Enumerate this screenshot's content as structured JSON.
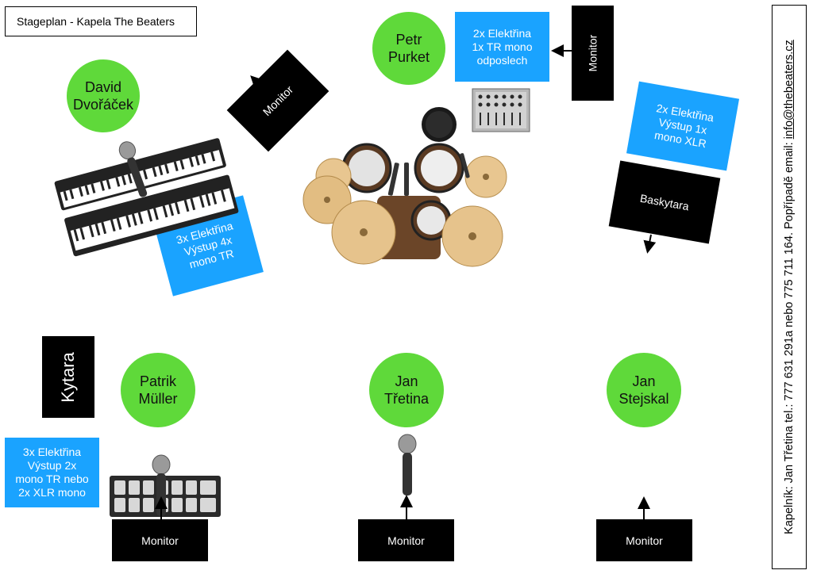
{
  "title": "Stageplan - Kapela The Beaters",
  "contact": {
    "text": "Kapelník: Jan Třetina tel.: 777 631 291a nebo 775 711 164. Popřípadě email: ",
    "email": "info@thebeaters.cz"
  },
  "people": {
    "david": "David\nDvořáček",
    "petr": "Petr\nPurket",
    "patrik": "Patrik\nMüller",
    "jan_tretina": "Jan\nTřetina",
    "jan_stejskal": "Jan\nStejskal"
  },
  "power": {
    "keys": "3x Elektřina\nVýstup 4x\nmono TR",
    "drums": "2x Elektřina\n1x TR mono\nodposlech",
    "bass": "2x Elektřina\nVýstup 1x\nmono XLR",
    "guitar": "3x Elektřina\nVýstup 2x\nmono TR nebo\n2x XLR mono"
  },
  "labels": {
    "monitor": "Monitor",
    "kytara": "Kytara",
    "baskytara": "Baskytara"
  },
  "colors": {
    "person": "#5fd93a",
    "power_box": "#1aa3ff",
    "block": "#000000"
  },
  "icons": [
    "microphone-icon",
    "keyboard-icon",
    "drum-kit-icon",
    "mixer-icon",
    "pedalboard-icon",
    "arrow-icon"
  ]
}
